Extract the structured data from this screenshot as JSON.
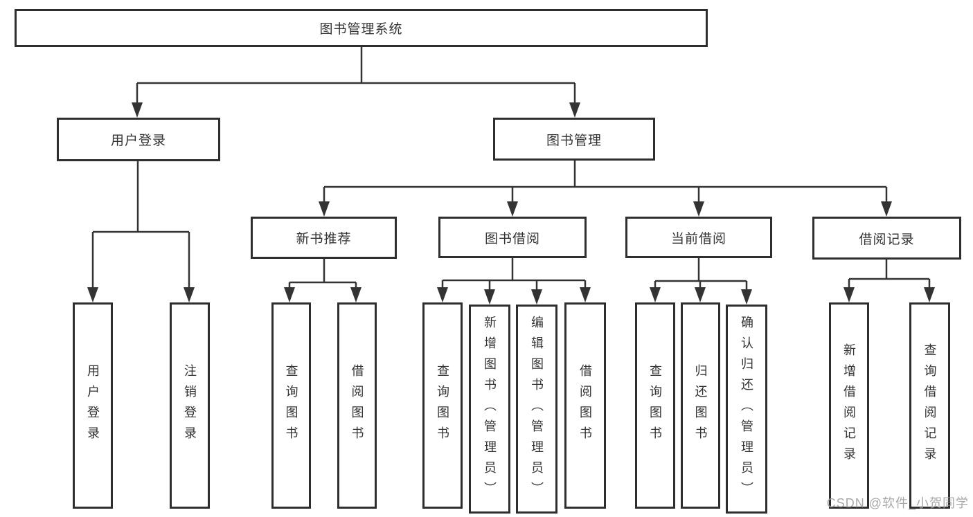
{
  "diagram": {
    "root": {
      "label": "图书管理系统"
    },
    "level2": [
      {
        "label": "用户登录"
      },
      {
        "label": "图书管理"
      }
    ],
    "level3": [
      {
        "label": "新书推荐"
      },
      {
        "label": "图书借阅"
      },
      {
        "label": "当前借阅"
      },
      {
        "label": "借阅记录"
      }
    ],
    "leaves": {
      "user_login": [
        {
          "label": "用户登录"
        },
        {
          "label": "注销登录"
        }
      ],
      "new_books": [
        {
          "label": "查询图书"
        },
        {
          "label": "借阅图书"
        }
      ],
      "book_borrow": [
        {
          "label": "查询图书"
        },
        {
          "label": "新增图书（管理员）"
        },
        {
          "label": "编辑图书（管理员）"
        },
        {
          "label": "借阅图书"
        }
      ],
      "current_borrow": [
        {
          "label": "查询图书"
        },
        {
          "label": "归还图书"
        },
        {
          "label": "确认归还（管理员）"
        }
      ],
      "borrow_records": [
        {
          "label": "新增借阅记录"
        },
        {
          "label": "查询借阅记录"
        }
      ]
    }
  },
  "watermark": "CSDN @软件_小贺同学",
  "colors": {
    "background": "#ffffff",
    "line": "#333333",
    "box_border": "#2e2e2e",
    "text": "#333333",
    "watermark": "#9e9e9e"
  }
}
